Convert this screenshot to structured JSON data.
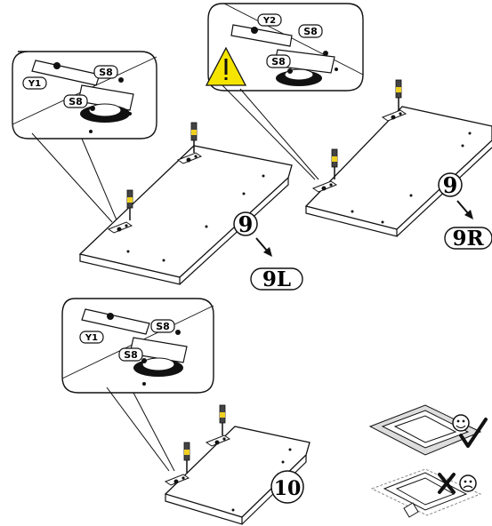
{
  "parts": {
    "y1_top": "Y1",
    "y2": "Y2",
    "y1_bottom": "Y1",
    "s8": "S8"
  },
  "steps": {
    "step9_left": "9",
    "step9l": "9L",
    "step9_right": "9",
    "step9r": "9R",
    "step10": "10"
  },
  "icons": {
    "warning": "warning-triangle-icon",
    "screwdriver": "screwdriver-icon",
    "smiley": "smiley-icon",
    "sad": "sad-face-icon",
    "checkmark": "checkmark-icon",
    "cross": "cross-icon"
  },
  "colors": {
    "warning_yellow": "#f5e400",
    "screwdriver_yellow": "#f0d020",
    "line": "#1a1a1a"
  }
}
